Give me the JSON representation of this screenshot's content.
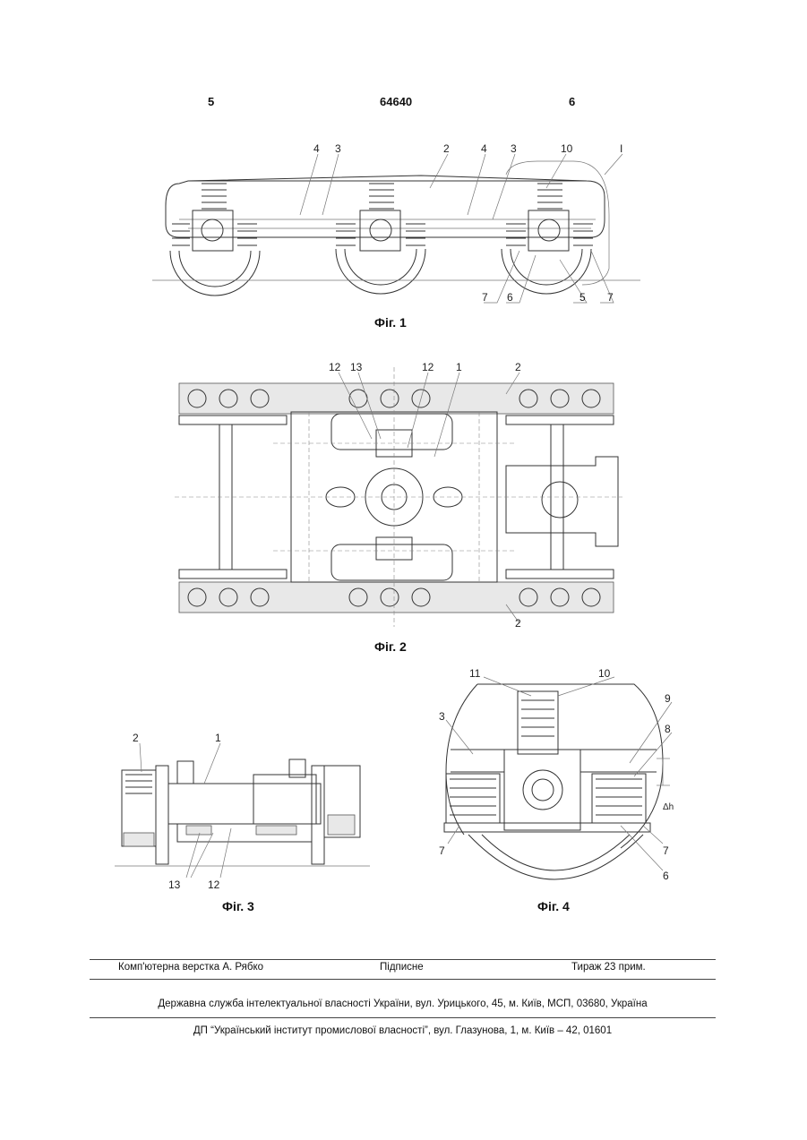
{
  "header": {
    "left_page": "5",
    "doc_number": "64640",
    "right_page": "6"
  },
  "fig1": {
    "caption": "Фіг. 1",
    "labels": [
      "4",
      "3",
      "2",
      "4",
      "3",
      "10",
      "I",
      "7",
      "6",
      "5",
      "7"
    ]
  },
  "fig2": {
    "caption": "Фіг. 2",
    "labels": [
      "12",
      "13",
      "12",
      "1",
      "2",
      "2"
    ]
  },
  "fig3": {
    "caption": "Фіг. 3",
    "labels": [
      "2",
      "1",
      "13",
      "12"
    ]
  },
  "fig4": {
    "caption": "Фіг. 4",
    "labels": [
      "11",
      "10",
      "9",
      "3",
      "8",
      "Δh",
      "7",
      "7",
      "6"
    ]
  },
  "footer": {
    "layout_credit": "Комп'ютерна верстка А. Рябко",
    "signed": "Підписне",
    "circulation": "Тираж 23 прим.",
    "agency": "Державна служба інтелектуальної власності України, вул. Урицького, 45, м. Київ, МСП, 03680, Україна",
    "institute": "ДП “Український інститут промислової власності”, вул. Глазунова, 1, м. Київ – 42, 01601"
  }
}
